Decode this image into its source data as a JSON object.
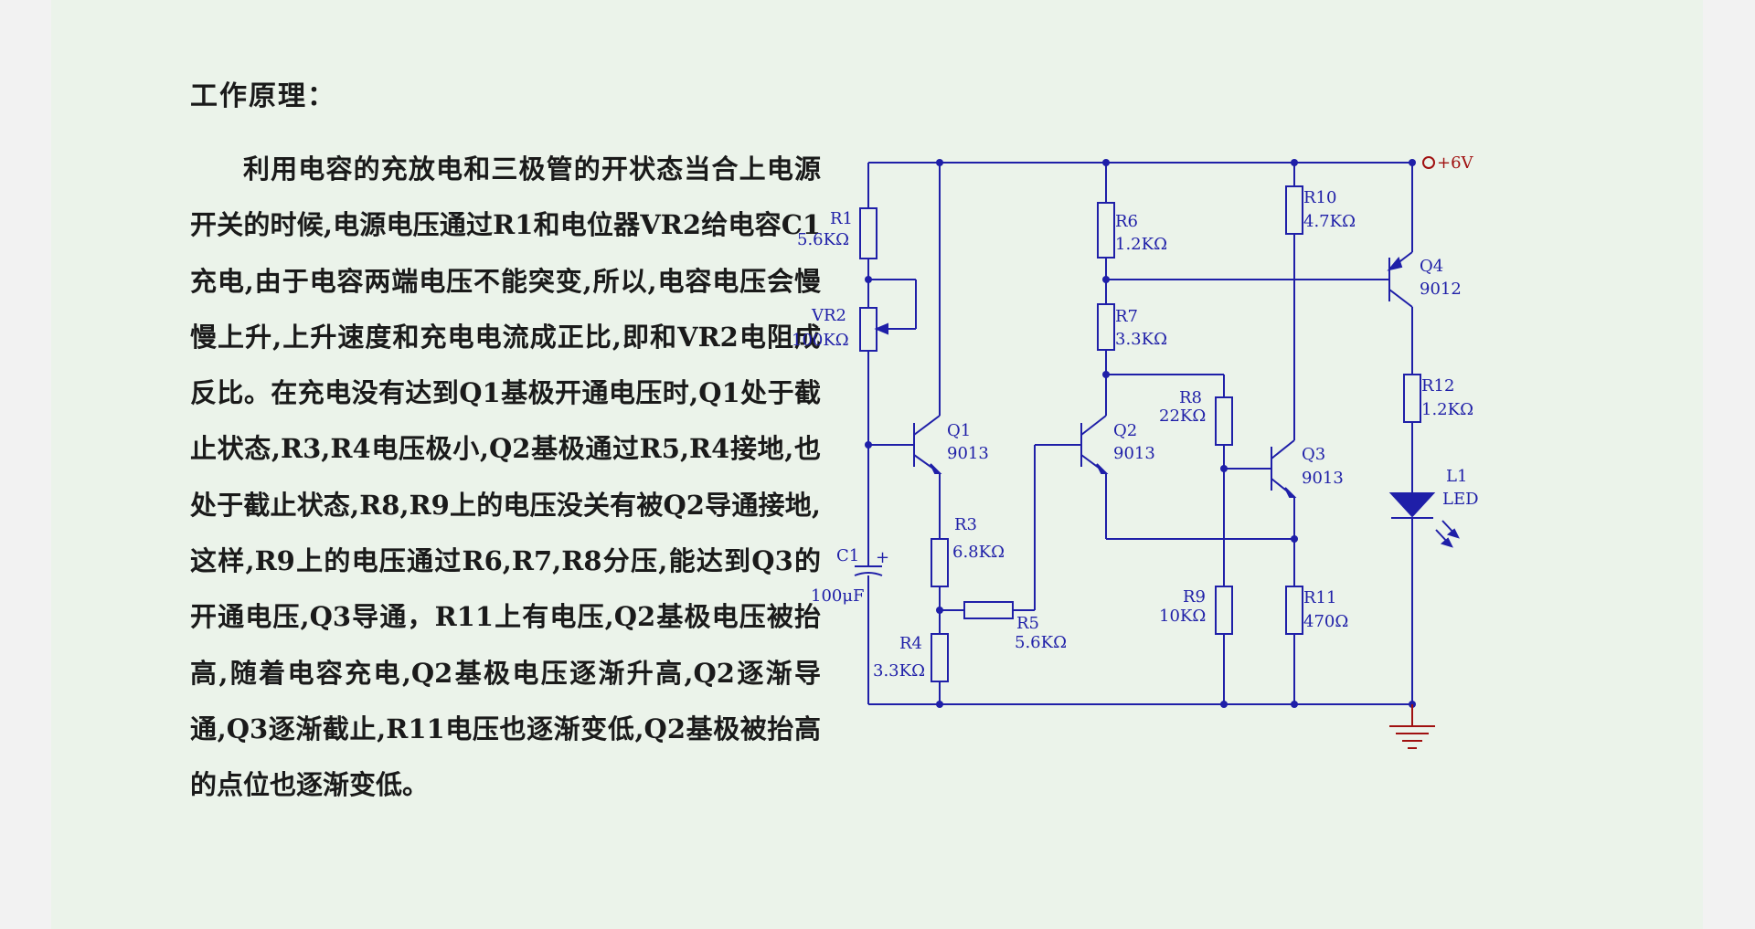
{
  "title": "工作原理：",
  "paragraph": "利用电容的充放电和三极管的开状态当合上电源开关的时候,电源电压通过R1和电位器VR2给电容C1充电,由于电容两端电压不能突变,所以,电容电压会慢慢上升,上升速度和充电电流成正比,即和VR2电阻成反比。在充电没有达到Q1基极开通电压时,Q1处于截止状态,R3,R4电压极小,Q2基极通过R5,R4接地,也处于截止状态,R8,R9上的电压没关有被Q2导通接地,这样,R9上的电压通过R6,R7,R8分压,能达到Q3的开通电压,Q3导通，R11上有电压,Q2基极电压被抬高,随着电容充电,Q2基极电压逐渐升高,Q2逐渐导通,Q3逐渐截止,R11电压也逐渐变低,Q2基极被抬高的点位也逐渐变低。",
  "circuit": {
    "supply": "+6V",
    "components": {
      "R1": {
        "name": "R1",
        "value": "5.6KΩ"
      },
      "VR2": {
        "name": "VR2",
        "value": "100KΩ"
      },
      "C1": {
        "name": "C1",
        "value": "100μF",
        "polarity": "+"
      },
      "Q1": {
        "name": "Q1",
        "value": "9013"
      },
      "R3": {
        "name": "R3",
        "value": "6.8KΩ"
      },
      "R4": {
        "name": "R4",
        "value": "3.3KΩ"
      },
      "R5": {
        "name": "R5",
        "value": "5.6KΩ"
      },
      "R6": {
        "name": "R6",
        "value": "1.2KΩ"
      },
      "R7": {
        "name": "R7",
        "value": "3.3KΩ"
      },
      "Q2": {
        "name": "Q2",
        "value": "9013"
      },
      "R8": {
        "name": "R8",
        "value": "22KΩ"
      },
      "R9": {
        "name": "R9",
        "value": "10KΩ"
      },
      "Q3": {
        "name": "Q3",
        "value": "9013"
      },
      "R10": {
        "name": "R10",
        "value": "4.7KΩ"
      },
      "R11": {
        "name": "R11",
        "value": "470Ω"
      },
      "Q4": {
        "name": "Q4",
        "value": "9012"
      },
      "R12": {
        "name": "R12",
        "value": "1.2KΩ"
      },
      "L1": {
        "name": "L1",
        "value": "LED"
      }
    }
  },
  "colors": {
    "wire": "#1f1fa8",
    "supply_label": "#a01010",
    "ground": "#a01010",
    "background": "#ebf3ea"
  }
}
